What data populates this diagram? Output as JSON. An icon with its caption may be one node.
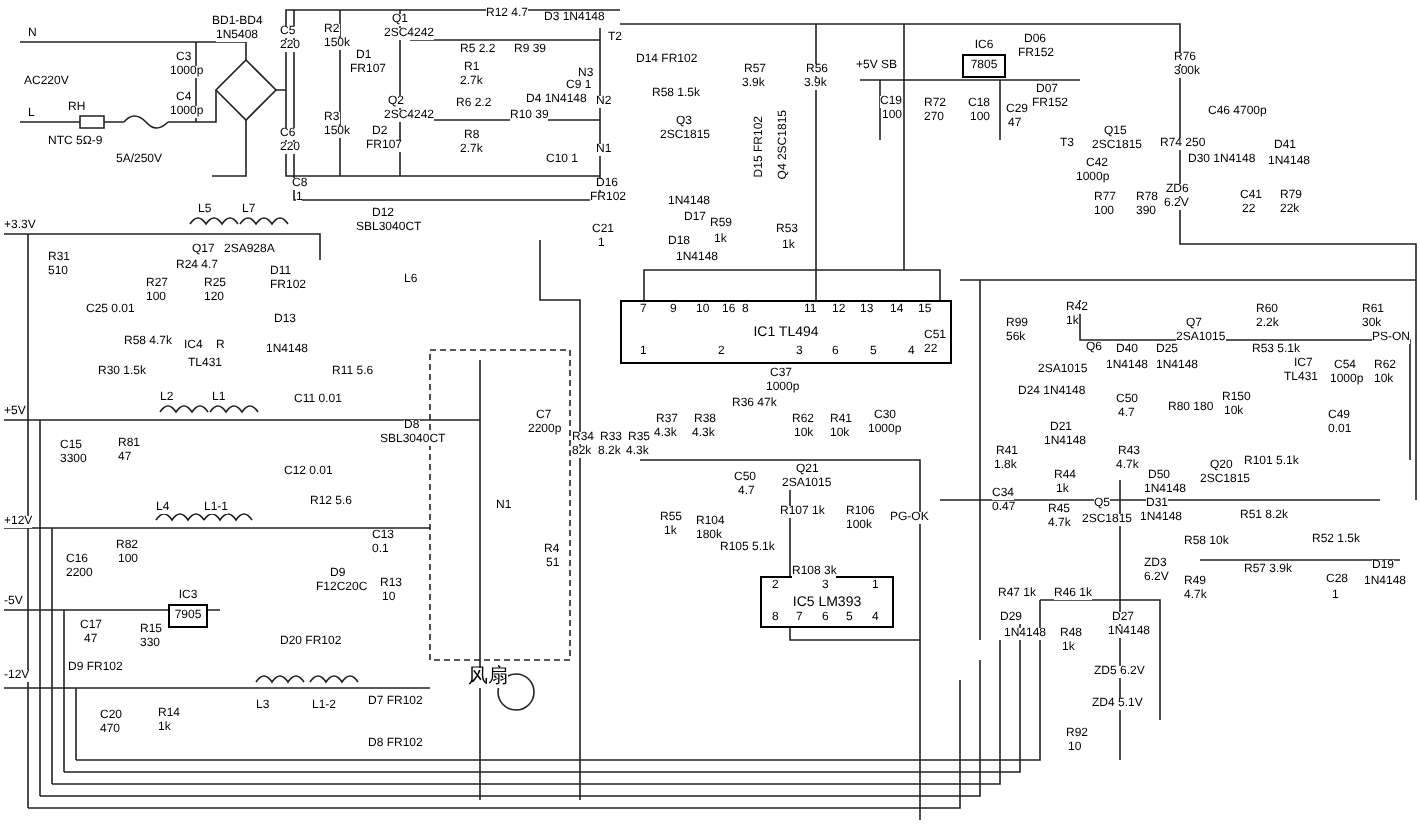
{
  "diagram": {
    "nodes": [
      {
        "text": [
          "IC1 TL494"
        ]
      },
      {
        "text": [
          "IC5 LM393"
        ]
      },
      {
        "text": [
          "IC3",
          "7905"
        ]
      },
      {
        "text": [
          "IC6",
          "7805"
        ]
      }
    ],
    "labels": [
      "N",
      "AC220V",
      "L",
      "RH",
      "NTC 5Ω-9",
      "5A/250V",
      "C3",
      "1000p",
      "C4",
      "1000p",
      "BD1-BD4",
      "1N5408",
      "C5",
      "220",
      "R2",
      "150k",
      "D1",
      "FR107",
      "C6",
      "220",
      "R3",
      "150k",
      "D2",
      "FR107",
      "C8",
      "1",
      "Q1",
      "2SC4242",
      "R12 4.7",
      "D3 1N4148",
      "R5 2.2",
      "R9 39",
      "R1",
      "2.7k",
      "C9 1",
      "T2",
      "N3",
      "Q2",
      "2SC4242",
      "R6 2.2",
      "D4 1N4148",
      "R10 39",
      "R8",
      "2.7k",
      "C10 1",
      "N2",
      "N1",
      "D14 FR102",
      "R58 1.5k",
      "R57",
      "3.9k",
      "R56",
      "3.9k",
      "Q3",
      "2SC1815",
      "D15 FR102",
      "Q4 2SC1815",
      "D16",
      "FR102",
      "1N4148",
      "D17",
      "D18",
      "1N4148",
      "R59",
      "1k",
      "C21",
      "1",
      "R53",
      "1k",
      "+5V SB",
      "C19",
      "100",
      "R72",
      "270",
      "C18",
      "100",
      "C29",
      "47",
      "D06",
      "FR152",
      "D07",
      "FR152",
      "T3",
      "R76",
      "300k",
      "C46 4700p",
      "Q15",
      "2SC1815",
      "R74 250",
      "D41",
      "C42",
      "D30 1N4148",
      "1N4148",
      "1000p",
      "R77",
      "100",
      "R78",
      "390",
      "ZD6",
      "6.2V",
      "C41",
      "22",
      "R79",
      "22k",
      "+3.3V",
      "L5",
      "L7",
      "D12",
      "SBL3040CT",
      "Q17",
      "2SA928A",
      "R31",
      "510",
      "R24 4.7",
      "D11",
      "R27",
      "R25",
      "FR102",
      "100",
      "120",
      "L6",
      "C25 0.01",
      "R58 4.7k",
      "IC4",
      "R",
      "TL431",
      "D13",
      "1N4148",
      "R30 1.5k",
      "R11 5.6",
      "C11 0.01",
      "+5V",
      "L2",
      "L1",
      "C15",
      "3300",
      "R81",
      "47",
      "D8",
      "SBL3040CT",
      "C12 0.01",
      "R12 5.6",
      "+12V",
      "L4",
      "L1-1",
      "C16",
      "2200",
      "R82",
      "100",
      "C13",
      "0.1",
      "D9",
      "F12C20C",
      "R13",
      "10",
      "-5V",
      "C17",
      "47",
      "R15",
      "330",
      "D20 FR102",
      "-12V",
      "D9 FR102",
      "C20",
      "470",
      "R14",
      "1k",
      "L3",
      "L1-2",
      "D7 FR102",
      "D8 FR102",
      "C7",
      "2200p",
      "N1",
      "R4",
      "51",
      "风扇",
      "7",
      "9",
      "10",
      "16",
      "8",
      "11",
      "12",
      "13",
      "14",
      "15",
      "1",
      "2",
      "3",
      "6",
      "5",
      "4",
      "C37",
      "1000p",
      "R36 47k",
      "R34",
      "82k",
      "R33",
      "8.2k",
      "R35",
      "4.3k",
      "R37",
      "4.3k",
      "R38",
      "4.3k",
      "R62",
      "10k",
      "R41",
      "10k",
      "C30",
      "1000p",
      "C50",
      "4.7",
      "Q21",
      "2SA1015",
      "R55",
      "1k",
      "R104",
      "180k",
      "R107 1k",
      "R106",
      "100k",
      "PG-OK",
      "R105 5.1k",
      "R108 3k",
      "2",
      "3",
      "1",
      "8",
      "7",
      "6",
      "5",
      "4",
      "C51",
      "22",
      "R99",
      "56k",
      "R42",
      "1k",
      "Q6",
      "2SA1015",
      "D24 1N4148",
      "D40",
      "1N4148",
      "D25",
      "1N4148",
      "Q7",
      "2SA1015",
      "R60",
      "2.2k",
      "R61",
      "30k",
      "PS-ON",
      "R53 5.1k",
      "IC7",
      "TL431",
      "C54",
      "1000p",
      "R62",
      "10k",
      "C50",
      "4.7",
      "R80 180",
      "R150",
      "10k",
      "D21",
      "C49",
      "0.01",
      "1N4148",
      "R41",
      "1.8k",
      "R44",
      "1k",
      "R43",
      "4.7k",
      "D50",
      "1N4148",
      "Q20",
      "2SC1815",
      "R101 5.1k",
      "C34",
      "0.47",
      "R45",
      "4.7k",
      "Q5",
      "2SC1815",
      "D31",
      "1N4148",
      "R51 8.2k",
      "R58 10k",
      "R52 1.5k",
      "ZD3",
      "6.2V",
      "R57 3.9k",
      "D19",
      "R49",
      "C28",
      "1N4148",
      "R47 1k",
      "R46 1k",
      "4.7k",
      "1",
      "D29",
      "1N4148",
      "R48",
      "1k",
      "D27",
      "1N4148",
      "ZD5 6.2V",
      "ZD4 5.1V",
      "R92",
      "10"
    ]
  }
}
